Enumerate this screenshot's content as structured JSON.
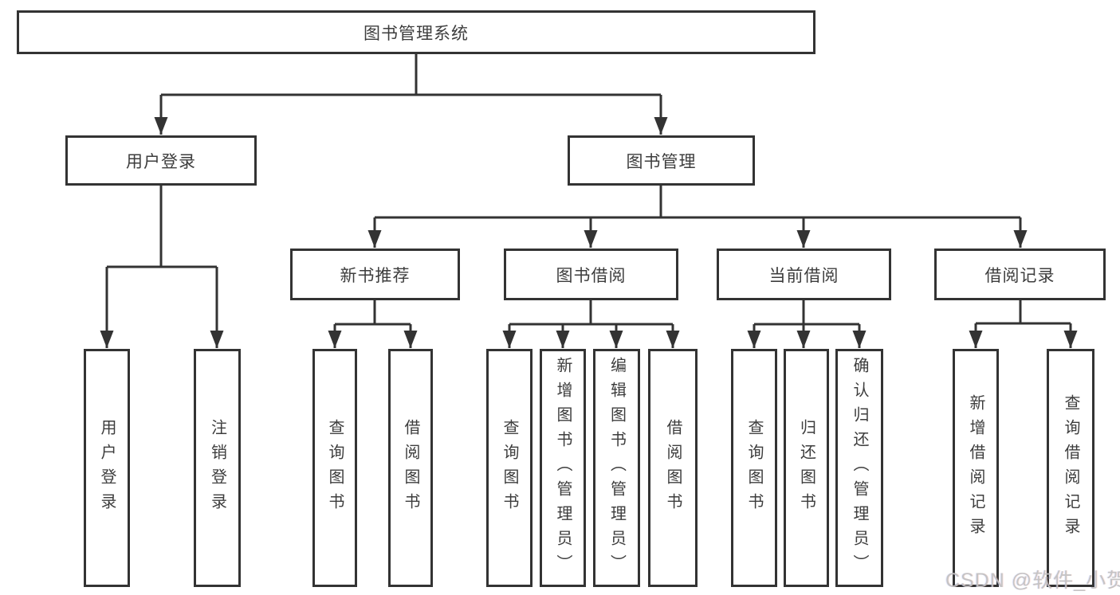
{
  "diagram": {
    "root": {
      "label": "图书管理系统",
      "children": [
        {
          "label": "用户登录",
          "children": [
            {
              "label": "用户登录"
            },
            {
              "label": "注销登录"
            }
          ]
        },
        {
          "label": "图书管理",
          "children": [
            {
              "label": "新书推荐",
              "children": [
                {
                  "label": "查询图书"
                },
                {
                  "label": "借阅图书"
                }
              ]
            },
            {
              "label": "图书借阅",
              "children": [
                {
                  "label": "查询图书"
                },
                {
                  "label": "新增图书（管理员）"
                },
                {
                  "label": "编辑图书（管理员）"
                },
                {
                  "label": "借阅图书"
                }
              ]
            },
            {
              "label": "当前借阅",
              "children": [
                {
                  "label": "查询图书"
                },
                {
                  "label": "归还图书"
                },
                {
                  "label": "确认归还（管理员）"
                }
              ]
            },
            {
              "label": "借阅记录",
              "children": [
                {
                  "label": "新增借阅记录"
                },
                {
                  "label": "查询借阅记录"
                }
              ]
            }
          ]
        }
      ]
    }
  },
  "watermark": {
    "text": "CSDN @软件_小贺同学"
  },
  "colors": {
    "line": "#333333",
    "background": "#ffffff",
    "watermark": "#c1c1c1"
  }
}
